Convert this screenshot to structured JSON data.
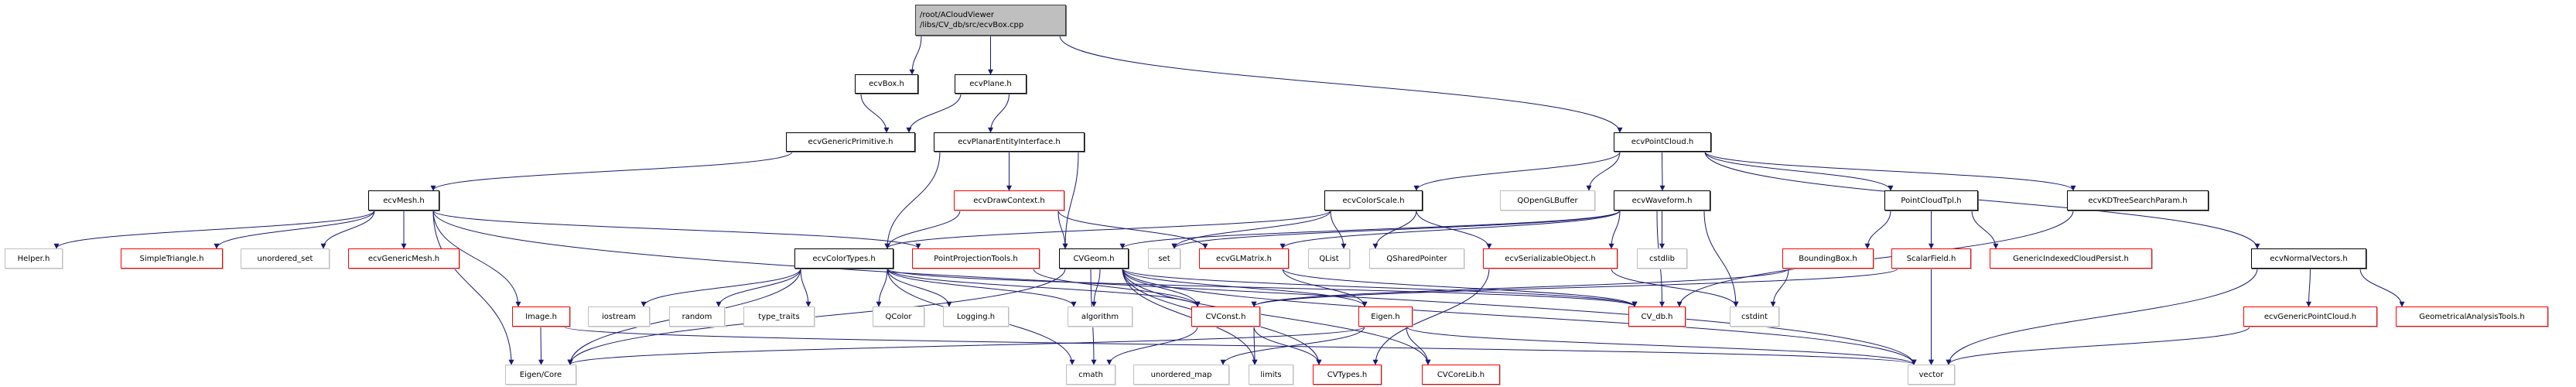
{
  "colors": {
    "edge": "#191970",
    "documented_border": "#000000",
    "truncated_border": "#ff0000",
    "external_border": "#bfbfbf",
    "root_fill": "#bfbfbf"
  },
  "nodes": [
    {
      "id": "root",
      "label": "/root/ACloudViewer\n/libs/CV_db/src/ecvBox.cpp",
      "kind": "root"
    },
    {
      "id": "ecvBox",
      "label": "ecvBox.h",
      "kind": "doc"
    },
    {
      "id": "ecvPlane",
      "label": "ecvPlane.h",
      "kind": "doc"
    },
    {
      "id": "ecvGenericPrimitive",
      "label": "ecvGenericPrimitive.h",
      "kind": "doc"
    },
    {
      "id": "ecvPlanarEntityInterface",
      "label": "ecvPlanarEntityInterface.h",
      "kind": "doc"
    },
    {
      "id": "ecvPointCloud",
      "label": "ecvPointCloud.h",
      "kind": "doc"
    },
    {
      "id": "ecvMesh",
      "label": "ecvMesh.h",
      "kind": "doc"
    },
    {
      "id": "ecvDrawContext",
      "label": "ecvDrawContext.h",
      "kind": "trunc"
    },
    {
      "id": "ecvColorScale",
      "label": "ecvColorScale.h",
      "kind": "doc"
    },
    {
      "id": "QOpenGLBuffer",
      "label": "QOpenGLBuffer",
      "kind": "ext"
    },
    {
      "id": "ecvWaveform",
      "label": "ecvWaveform.h",
      "kind": "doc"
    },
    {
      "id": "PointCloudTpl",
      "label": "PointCloudTpl.h",
      "kind": "doc"
    },
    {
      "id": "ecvKDTreeSearchParam",
      "label": "ecvKDTreeSearchParam.h",
      "kind": "doc"
    },
    {
      "id": "Helper",
      "label": "Helper.h",
      "kind": "ext"
    },
    {
      "id": "SimpleTriangle",
      "label": "SimpleTriangle.h",
      "kind": "trunc"
    },
    {
      "id": "unordered_set",
      "label": "unordered_set",
      "kind": "ext"
    },
    {
      "id": "ecvGenericMesh",
      "label": "ecvGenericMesh.h",
      "kind": "trunc"
    },
    {
      "id": "ecvColorTypes",
      "label": "ecvColorTypes.h",
      "kind": "doc"
    },
    {
      "id": "PointProjectionTools",
      "label": "PointProjectionTools.h",
      "kind": "trunc"
    },
    {
      "id": "CVGeom",
      "label": "CVGeom.h",
      "kind": "doc"
    },
    {
      "id": "set",
      "label": "set",
      "kind": "ext"
    },
    {
      "id": "ecvGLMatrix",
      "label": "ecvGLMatrix.h",
      "kind": "trunc"
    },
    {
      "id": "QList",
      "label": "QList",
      "kind": "ext"
    },
    {
      "id": "QSharedPointer",
      "label": "QSharedPointer",
      "kind": "ext"
    },
    {
      "id": "ecvSerializableObject",
      "label": "ecvSerializableObject.h",
      "kind": "trunc"
    },
    {
      "id": "cstdlib",
      "label": "cstdlib",
      "kind": "ext"
    },
    {
      "id": "BoundingBox",
      "label": "BoundingBox.h",
      "kind": "trunc"
    },
    {
      "id": "ScalarField",
      "label": "ScalarField.h",
      "kind": "trunc"
    },
    {
      "id": "GenericIndexedCloudPersist",
      "label": "GenericIndexedCloudPersist.h",
      "kind": "trunc"
    },
    {
      "id": "ecvNormalVectors",
      "label": "ecvNormalVectors.h",
      "kind": "doc"
    },
    {
      "id": "Image",
      "label": "Image.h",
      "kind": "trunc"
    },
    {
      "id": "iostream",
      "label": "iostream",
      "kind": "ext"
    },
    {
      "id": "random",
      "label": "random",
      "kind": "ext"
    },
    {
      "id": "type_traits",
      "label": "type_traits",
      "kind": "ext"
    },
    {
      "id": "QColor",
      "label": "QColor",
      "kind": "ext"
    },
    {
      "id": "Logging",
      "label": "Logging.h",
      "kind": "ext"
    },
    {
      "id": "algorithm",
      "label": "algorithm",
      "kind": "ext"
    },
    {
      "id": "CVConst",
      "label": "CVConst.h",
      "kind": "trunc"
    },
    {
      "id": "Eigen",
      "label": "Eigen.h",
      "kind": "trunc"
    },
    {
      "id": "CV_db",
      "label": "CV_db.h",
      "kind": "trunc"
    },
    {
      "id": "cstdint",
      "label": "cstdint",
      "kind": "ext"
    },
    {
      "id": "ecvGenericPointCloud",
      "label": "ecvGenericPointCloud.h",
      "kind": "trunc"
    },
    {
      "id": "GeometricalAnalysisTools",
      "label": "GeometricalAnalysisTools.h",
      "kind": "trunc"
    },
    {
      "id": "EigenCore",
      "label": "Eigen/Core",
      "kind": "ext"
    },
    {
      "id": "cmath",
      "label": "cmath",
      "kind": "ext"
    },
    {
      "id": "unordered_map",
      "label": "unordered_map",
      "kind": "ext"
    },
    {
      "id": "limits",
      "label": "limits",
      "kind": "ext"
    },
    {
      "id": "CVTypes",
      "label": "CVTypes.h",
      "kind": "trunc"
    },
    {
      "id": "CVCoreLib",
      "label": "CVCoreLib.h",
      "kind": "trunc"
    },
    {
      "id": "vector",
      "label": "vector",
      "kind": "ext"
    }
  ],
  "edges": [
    [
      "root",
      "ecvBox"
    ],
    [
      "root",
      "ecvPlane"
    ],
    [
      "root",
      "ecvPointCloud"
    ],
    [
      "ecvBox",
      "ecvGenericPrimitive"
    ],
    [
      "ecvPlane",
      "ecvGenericPrimitive"
    ],
    [
      "ecvPlane",
      "ecvPlanarEntityInterface"
    ],
    [
      "ecvGenericPrimitive",
      "ecvMesh"
    ],
    [
      "ecvPlanarEntityInterface",
      "ecvDrawContext"
    ],
    [
      "ecvPlanarEntityInterface",
      "CVGeom"
    ],
    [
      "ecvPlanarEntityInterface",
      "ecvColorTypes"
    ],
    [
      "ecvDrawContext",
      "ecvColorTypes"
    ],
    [
      "ecvDrawContext",
      "CVGeom"
    ],
    [
      "ecvDrawContext",
      "ecvGLMatrix"
    ],
    [
      "ecvMesh",
      "Helper"
    ],
    [
      "ecvMesh",
      "SimpleTriangle"
    ],
    [
      "ecvMesh",
      "unordered_set"
    ],
    [
      "ecvMesh",
      "ecvGenericMesh"
    ],
    [
      "ecvMesh",
      "Image"
    ],
    [
      "ecvMesh",
      "EigenCore"
    ],
    [
      "ecvMesh",
      "vector"
    ],
    [
      "ecvMesh",
      "PointProjectionTools"
    ],
    [
      "ecvColorTypes",
      "EigenCore"
    ],
    [
      "ecvColorTypes",
      "iostream"
    ],
    [
      "ecvColorTypes",
      "random"
    ],
    [
      "ecvColorTypes",
      "type_traits"
    ],
    [
      "ecvColorTypes",
      "QColor"
    ],
    [
      "ecvColorTypes",
      "Logging"
    ],
    [
      "ecvColorTypes",
      "algorithm"
    ],
    [
      "ecvColorTypes",
      "CVConst"
    ],
    [
      "ecvColorTypes",
      "cmath"
    ],
    [
      "ecvColorTypes",
      "CV_db"
    ],
    [
      "PointProjectionTools",
      "CVConst"
    ],
    [
      "CVGeom",
      "algorithm"
    ],
    [
      "CVGeom",
      "cmath"
    ],
    [
      "CVGeom",
      "CVConst"
    ],
    [
      "CVGeom",
      "Eigen"
    ],
    [
      "CVGeom",
      "limits"
    ],
    [
      "CVGeom",
      "CVTypes"
    ],
    [
      "CVGeom",
      "CVCoreLib"
    ],
    [
      "CVGeom",
      "EigenCore"
    ],
    [
      "CVGeom",
      "vector"
    ],
    [
      "CVGeom",
      "CV_db"
    ],
    [
      "ecvGLMatrix",
      "Eigen"
    ],
    [
      "ecvGLMatrix",
      "CV_db"
    ],
    [
      "ecvColorScale",
      "ecvColorTypes"
    ],
    [
      "ecvColorScale",
      "set"
    ],
    [
      "ecvColorScale",
      "QList"
    ],
    [
      "ecvColorScale",
      "QSharedPointer"
    ],
    [
      "ecvColorScale",
      "ecvSerializableObject"
    ],
    [
      "ecvPointCloud",
      "ecvColorScale"
    ],
    [
      "ecvPointCloud",
      "QOpenGLBuffer"
    ],
    [
      "ecvPointCloud",
      "ecvWaveform"
    ],
    [
      "ecvPointCloud",
      "PointCloudTpl"
    ],
    [
      "ecvPointCloud",
      "ecvKDTreeSearchParam"
    ],
    [
      "ecvPointCloud",
      "ecvNormalVectors"
    ],
    [
      "ecvWaveform",
      "CVGeom"
    ],
    [
      "ecvWaveform",
      "ecvGLMatrix"
    ],
    [
      "ecvWaveform",
      "ecvSerializableObject"
    ],
    [
      "ecvWaveform",
      "cstdlib"
    ],
    [
      "ecvWaveform",
      "CV_db"
    ],
    [
      "ecvWaveform",
      "cstdint"
    ],
    [
      "ecvWaveform",
      "set"
    ],
    [
      "ecvSerializableObject",
      "CVTypes"
    ],
    [
      "ecvSerializableObject",
      "cstdint"
    ],
    [
      "PointCloudTpl",
      "BoundingBox"
    ],
    [
      "PointCloudTpl",
      "ScalarField"
    ],
    [
      "PointCloudTpl",
      "GenericIndexedCloudPersist"
    ],
    [
      "PointCloudTpl",
      "vector"
    ],
    [
      "ecvKDTreeSearchParam",
      "CV_db"
    ],
    [
      "BoundingBox",
      "cstdint"
    ],
    [
      "BoundingBox",
      "CVConst"
    ],
    [
      "ScalarField",
      "vector"
    ],
    [
      "ScalarField",
      "CVConst"
    ],
    [
      "Eigen",
      "EigenCore"
    ],
    [
      "Eigen",
      "unordered_map"
    ],
    [
      "Eigen",
      "CVCoreLib"
    ],
    [
      "Eigen",
      "vector"
    ],
    [
      "CVConst",
      "cmath"
    ],
    [
      "CVConst",
      "limits"
    ],
    [
      "CVConst",
      "CVTypes"
    ],
    [
      "Image",
      "EigenCore"
    ],
    [
      "Image",
      "vector"
    ],
    [
      "ecvNormalVectors",
      "ecvGenericPointCloud"
    ],
    [
      "ecvNormalVectors",
      "GeometricalAnalysisTools"
    ],
    [
      "ecvNormalVectors",
      "vector"
    ],
    [
      "ecvGenericPointCloud",
      "vector"
    ]
  ]
}
